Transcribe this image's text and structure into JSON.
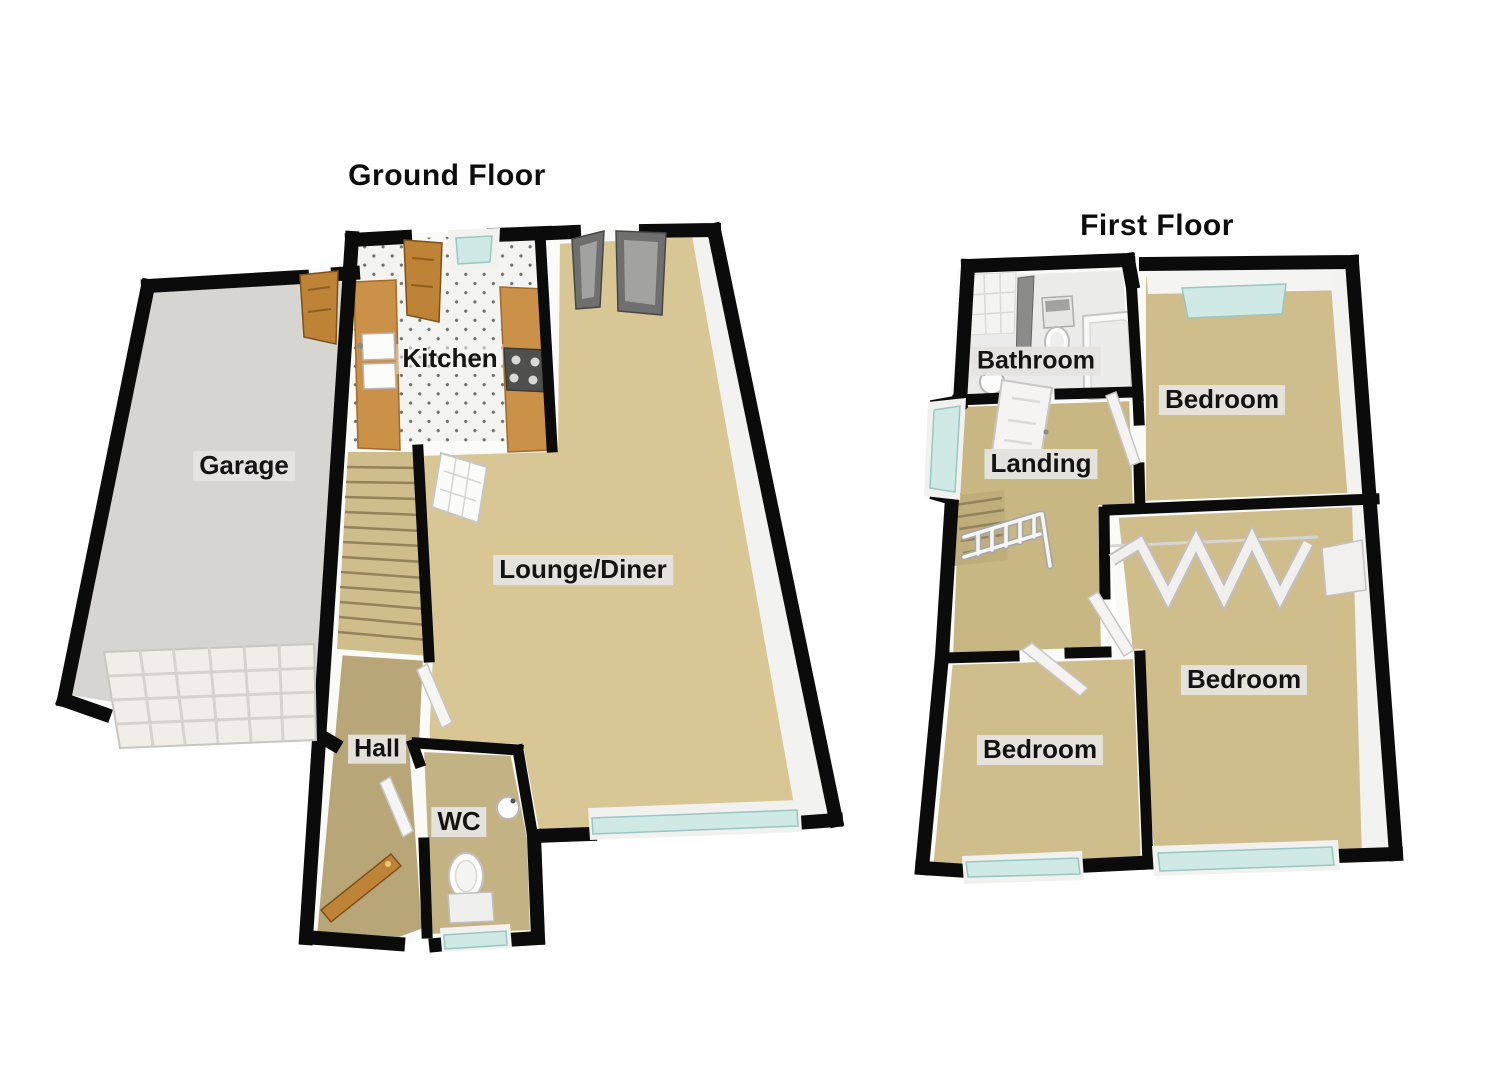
{
  "ground_floor": {
    "title": "Ground Floor",
    "rooms": {
      "garage": "Garage",
      "kitchen": "Kitchen",
      "lounge_diner": "Lounge/Diner",
      "hall": "Hall",
      "wc": "WC"
    }
  },
  "first_floor": {
    "title": "First Floor",
    "rooms": {
      "bathroom": "Bathroom",
      "landing": "Landing",
      "bedroom_front": "Bedroom",
      "bedroom_rear": "Bedroom",
      "bedroom_side": "Bedroom"
    }
  },
  "colors": {
    "wall": "#0b0b0b",
    "carpet_lounge": "#d8c695",
    "carpet_hall": "#b9a678",
    "carpet_bedroom": "#cfbd8c",
    "carpet_landing": "#c9b783",
    "garage_floor": "#d7d5d2",
    "kitchen_tile": "#f3f3f1",
    "counter_wood": "#cc9148",
    "door_wood": "#bf8338",
    "patio_door_gray": "#6f6f6f",
    "window_glass": "#cfe9e5",
    "label_bg": "#e6e4e0",
    "label_text": "#0d0d0d"
  }
}
